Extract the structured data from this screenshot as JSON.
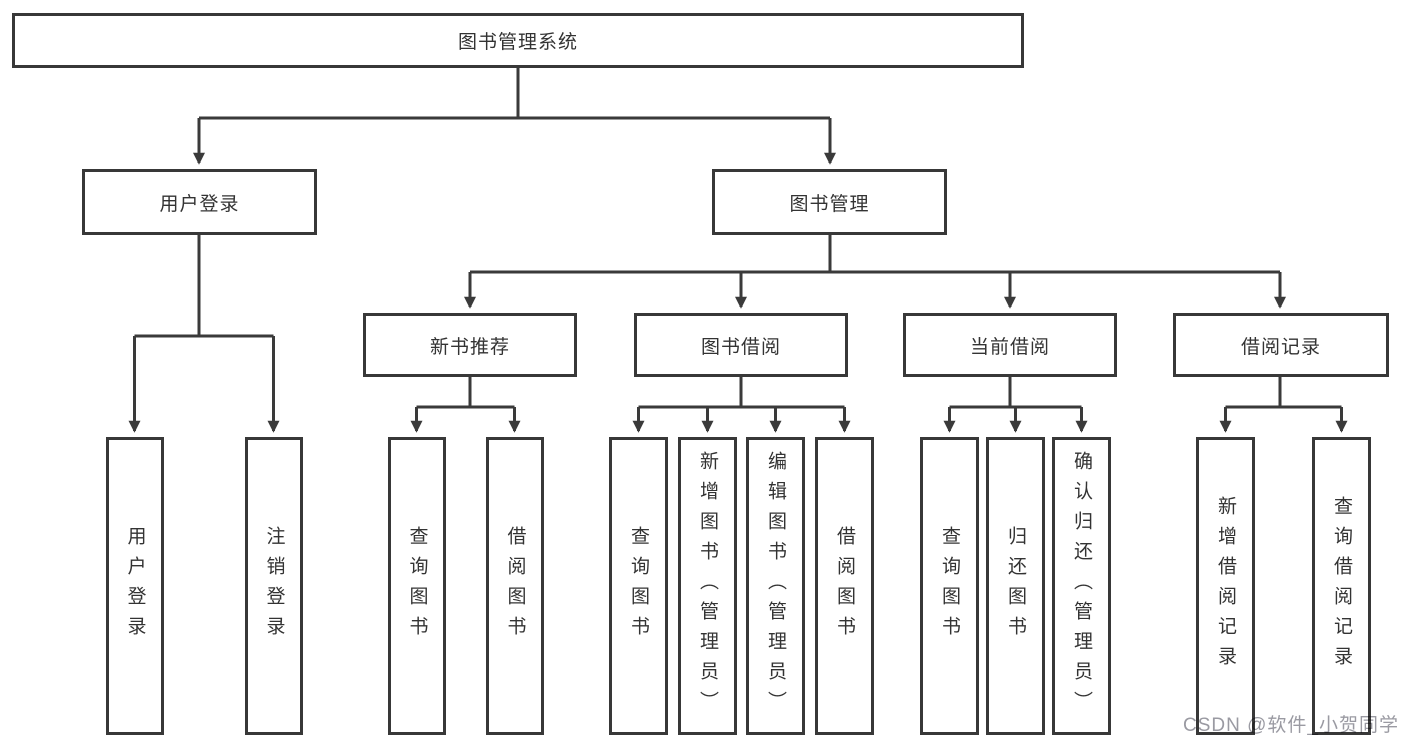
{
  "colors": {
    "line": "#3a3a3a",
    "box_border": "#383838",
    "text": "#333333",
    "watermark": "#9a9aa2",
    "background": "#ffffff"
  },
  "diagram": {
    "type": "hierarchy-tree",
    "root": {
      "label": "图书管理系统"
    },
    "branches": [
      {
        "label": "用户登录",
        "children": [
          {
            "label": "用户登录"
          },
          {
            "label": "注销登录"
          }
        ]
      },
      {
        "label": "图书管理",
        "children": [
          {
            "label": "新书推荐",
            "children": [
              {
                "label": "查询图书"
              },
              {
                "label": "借阅图书"
              }
            ]
          },
          {
            "label": "图书借阅",
            "children": [
              {
                "label": "查询图书"
              },
              {
                "label": "新增图书（管理员）"
              },
              {
                "label": "编辑图书（管理员）"
              },
              {
                "label": "借阅图书"
              }
            ]
          },
          {
            "label": "当前借阅",
            "children": [
              {
                "label": "查询图书"
              },
              {
                "label": "归还图书"
              },
              {
                "label": "确认归还（管理员）"
              }
            ]
          },
          {
            "label": "借阅记录",
            "children": [
              {
                "label": "新增借阅记录"
              },
              {
                "label": "查询借阅记录"
              }
            ]
          }
        ]
      }
    ],
    "watermark": "CSDN @软件_小贺同学"
  }
}
